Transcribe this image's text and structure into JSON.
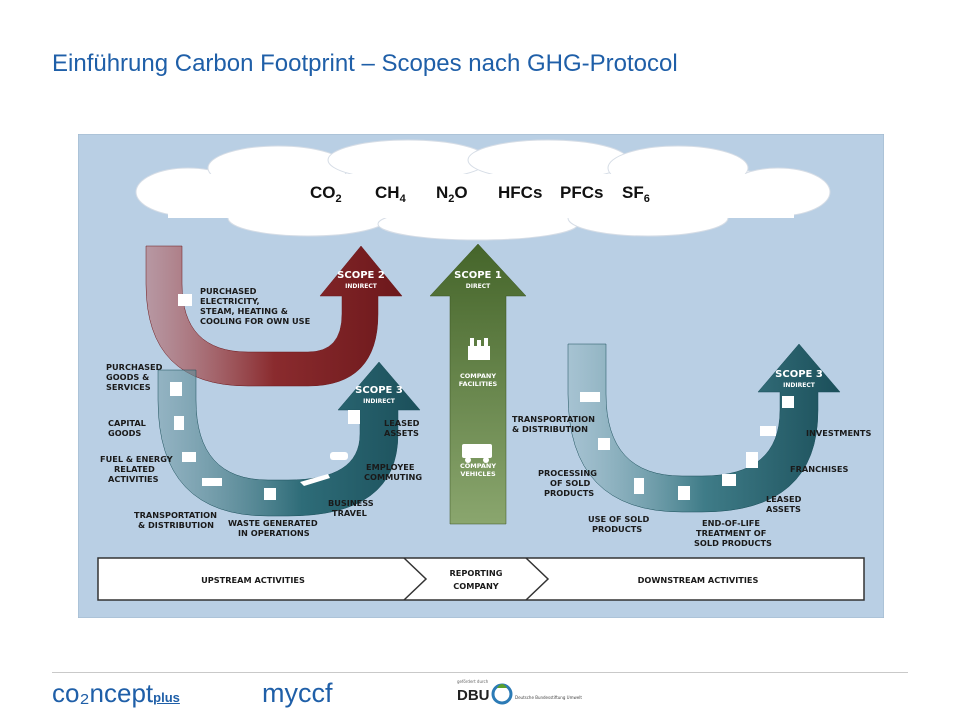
{
  "title": "Einführung Carbon Footprint – Scopes nach GHG-Protocol",
  "gases": [
    "CO",
    "CH",
    "N",
    "HFCs",
    "PFCs",
    "SF"
  ],
  "gas_parts": {
    "co2": {
      "base": "CO",
      "sub": "2"
    },
    "ch4": {
      "base": "CH",
      "sub": "4"
    },
    "n2o": {
      "base": "N",
      "sub": "2",
      "tail": "O"
    },
    "hfcs": "HFCs",
    "pfcs": "PFCs",
    "sf6": {
      "base": "SF",
      "sub": "6"
    }
  },
  "scope2": {
    "title": "SCOPE 2",
    "subtitle": "INDIRECT"
  },
  "scope1": {
    "title": "SCOPE 1",
    "subtitle": "DIRECT"
  },
  "scope3_up": {
    "title": "SCOPE 3",
    "subtitle": "INDIRECT"
  },
  "scope3_down": {
    "title": "SCOPE 3",
    "subtitle": "INDIRECT"
  },
  "purchased_electricity": [
    "PURCHASED",
    "ELECTRICITY,",
    "STEAM, HEATING &",
    "COOLING FOR OWN USE"
  ],
  "scope1_items": {
    "facilities": [
      "COMPANY",
      "FACILITIES"
    ],
    "vehicles": [
      "COMPANY",
      "VEHICLES"
    ]
  },
  "upstream_items": {
    "purchased_goods": [
      "PURCHASED",
      "GOODS &",
      "SERVICES"
    ],
    "capital_goods": [
      "CAPITAL",
      "GOODS"
    ],
    "fuel_energy": [
      "FUEL & ENERGY",
      "RELATED",
      "ACTIVITIES"
    ],
    "transport": [
      "TRANSPORTATION",
      "& DISTRIBUTION"
    ],
    "waste": [
      "WASTE GENERATED",
      "IN OPERATIONS"
    ],
    "business_travel": [
      "BUSINESS",
      "TRAVEL"
    ],
    "employee_commuting": [
      "EMPLOYEE",
      "COMMUTING"
    ],
    "leased_assets": [
      "LEASED",
      "ASSETS"
    ]
  },
  "downstream_items": {
    "transport": [
      "TRANSPORTATION",
      "& DISTRIBUTION"
    ],
    "processing": [
      "PROCESSING",
      "OF SOLD",
      "PRODUCTS"
    ],
    "use": [
      "USE OF SOLD",
      "PRODUCTS"
    ],
    "end_of_life": [
      "END-OF-LIFE",
      "TREATMENT OF",
      "SOLD PRODUCTS"
    ],
    "leased_assets": [
      "LEASED",
      "ASSETS"
    ],
    "franchises": [
      "FRANCHISES"
    ],
    "investments": [
      "INVESTMENTS"
    ]
  },
  "bottom_bar": {
    "upstream": "UPSTREAM ACTIVITIES",
    "reporting": [
      "REPORTING",
      "COMPANY"
    ],
    "downstream": "DOWNSTREAM ACTIVITIES"
  },
  "footer": {
    "logo_concept": "co₂ncept",
    "logo_concept_plus": "plus",
    "logo_myccf": "myccf",
    "dbu_small": "gefördert durch",
    "dbu_name": "DBU",
    "dbu_full": "Deutsche Bundesstiftung Umwelt"
  },
  "colors": {
    "title": "#1f5fa8",
    "background_panel": "#b7cde2",
    "scope2": "#7a1f22",
    "scope1": "#4b6a2a",
    "scope3": "#1f5a66"
  }
}
